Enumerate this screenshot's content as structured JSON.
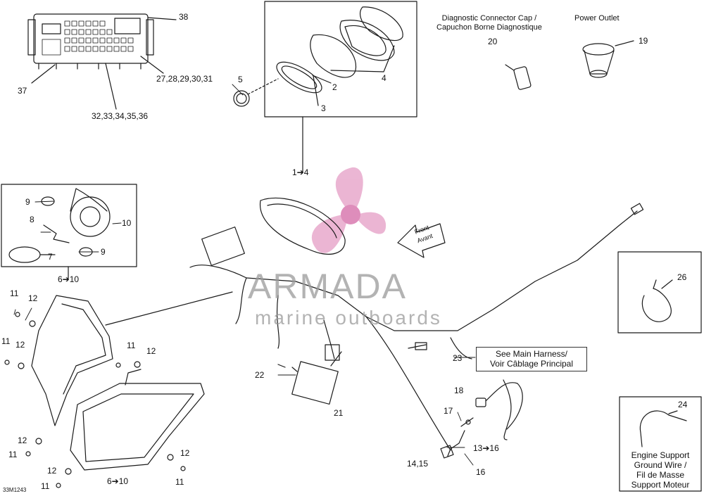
{
  "diagram": {
    "reference_code": "33M1243",
    "callouts": {
      "c38": "38",
      "c37": "37",
      "c27_31": "27,28,29,30,31",
      "c32_36": "32,33,34,35,36",
      "c5": "5",
      "c2": "2",
      "c3": "3",
      "c4": "4",
      "c20": "20",
      "c19": "19",
      "c1_4": "1➔4",
      "c9a": "9",
      "c10": "10",
      "c8": "8",
      "c7": "7",
      "c9b": "9",
      "c6_10a": "6➔10",
      "c11a": "11",
      "c12a": "12",
      "c11b": "11",
      "c12b": "12",
      "c11c": "11",
      "c12c": "12",
      "c12d": "12",
      "c11d": "11",
      "c12e": "12",
      "c11e": "11",
      "c12f": "12",
      "c11f": "11",
      "c6_10b": "6➔10",
      "c22": "22",
      "c21": "21",
      "c23": "23",
      "c26": "26",
      "c18": "18",
      "c17": "17",
      "c13_16": "13➔16",
      "c14_15": "14,15",
      "c16": "16",
      "c24": "24"
    },
    "notes": {
      "diag_cap": "Diagnostic Connector Cap /\nCapuchon Borne Diagnostique",
      "power_outlet": "Power Outlet",
      "front_arrow": "Front\nAvant"
    },
    "main_harness_box": "See Main Harness/\nVoir Câblage Principal",
    "ground_wire_box": "Engine Support\nGround Wire /\nFil de Masse\nSupport Moteur"
  },
  "watermark": {
    "brand": "ARMADA",
    "tagline": "marine outboards",
    "accent_color": "#e8a9cc"
  }
}
